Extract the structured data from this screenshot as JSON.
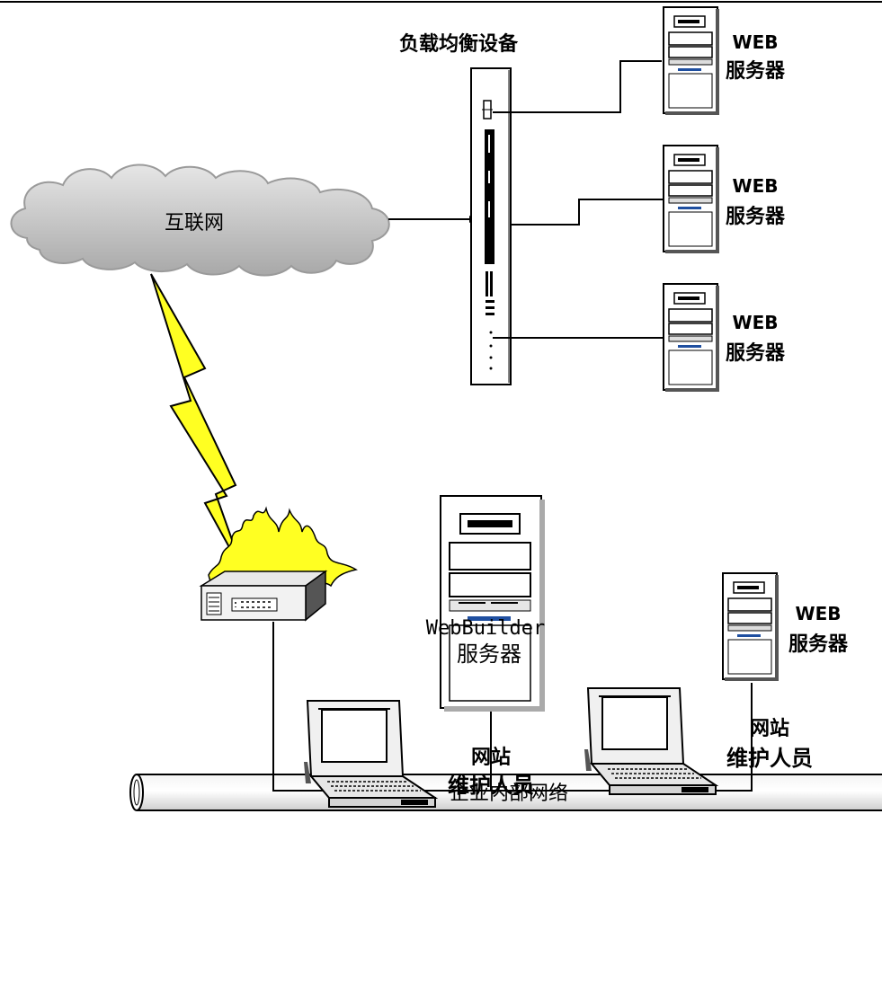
{
  "diagram": {
    "load_balancer_label": "负载均衡设备",
    "internet_label": "互联网",
    "web_server_line1": "WEB",
    "web_server_line2": "服务器",
    "webbuilder_line1": "WebBuilder",
    "webbuilder_line2": "服务器",
    "intranet_label": "企业内部网络",
    "staff_line1": "网站",
    "staff_line2": "维护人员"
  }
}
